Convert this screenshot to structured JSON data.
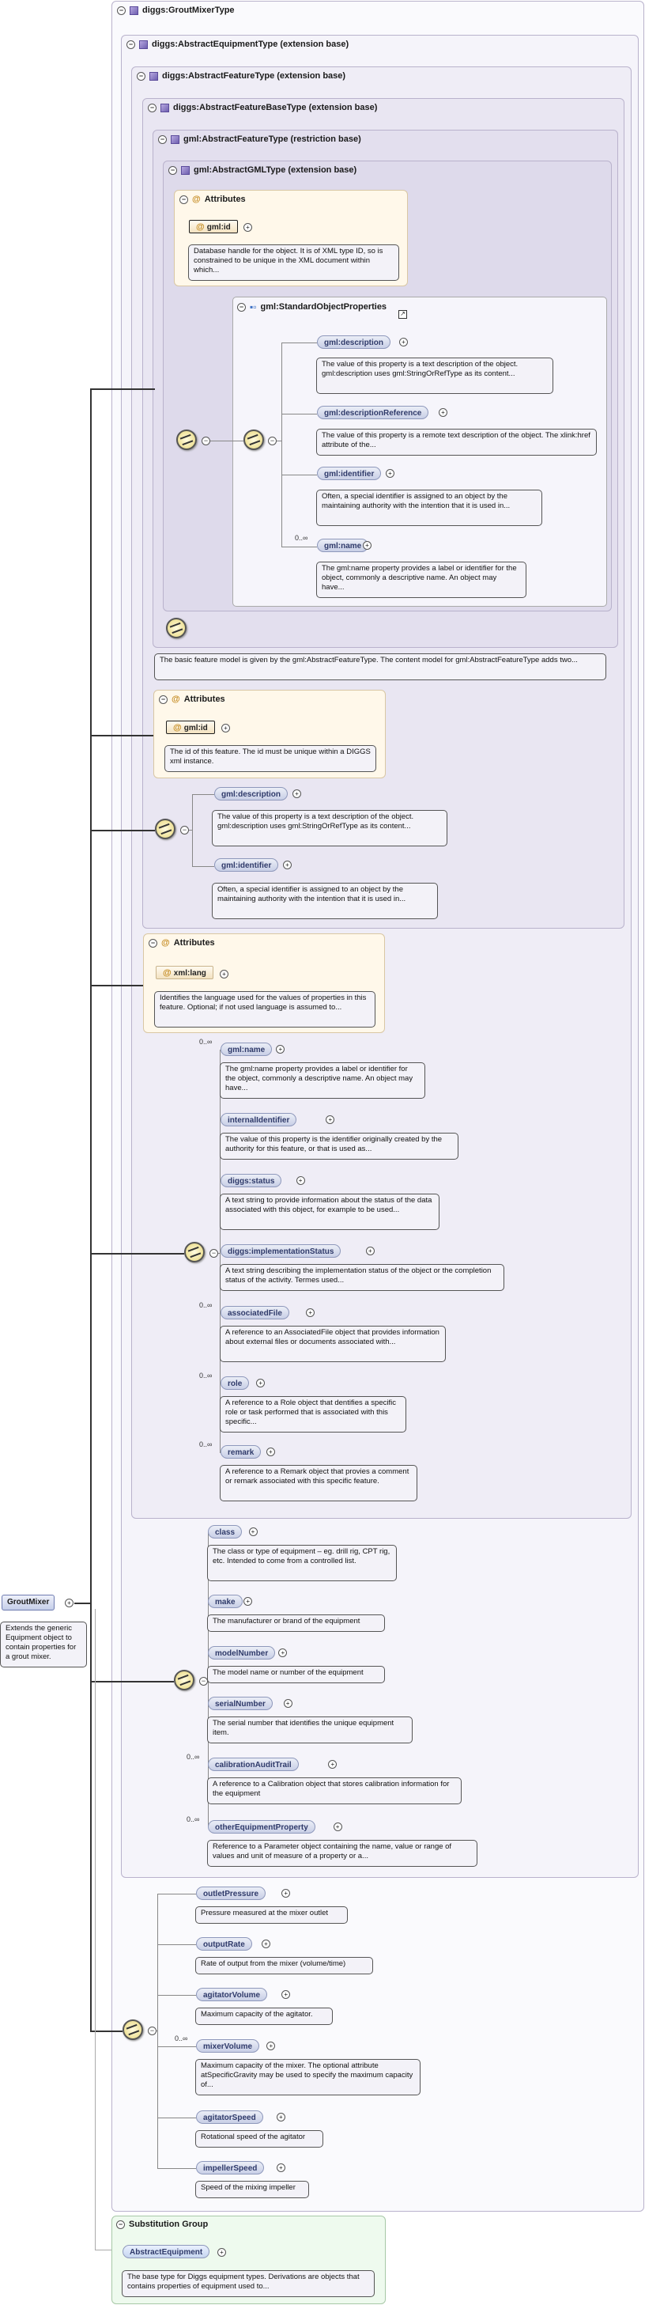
{
  "root": {
    "name": "GroutMixer",
    "description": "Extends the generic Equipment object to contain properties for a grout mixer.",
    "type": "diggs:GroutMixerType"
  },
  "types": {
    "abstract_equipment": "diggs:AbstractEquipmentType (extension base)",
    "abstract_feature": "diggs:AbstractFeatureType (extension base)",
    "abstract_feature_base": "diggs:AbstractFeatureBaseType (extension base)",
    "gml_abstract_feature": "gml:AbstractFeatureType (restriction base)",
    "gml_abstract_gml": "gml:AbstractGMLType (extension base)"
  },
  "attributes_label": "Attributes",
  "gml_attr": {
    "name": "gml:id",
    "description": "Database handle for the object. It is of XML type ID, so is constrained to be unique in the XML document within which..."
  },
  "standard_props": {
    "title": "gml:StandardObjectProperties",
    "items": [
      {
        "name": "gml:description",
        "occ": "",
        "description": "The value of this property is a text description of the object. gml:description uses gml:StringOrRefType as its content..."
      },
      {
        "name": "gml:descriptionReference",
        "occ": "",
        "description": "The value of this property is a remote text description of the object. The xlink:href attribute of the..."
      },
      {
        "name": "gml:identifier",
        "occ": "",
        "description": "Often, a special identifier is assigned to an object by the maintaining authority with the intention that it is used in..."
      },
      {
        "name": "gml:name",
        "occ": "0..∞",
        "description": "The gml:name property provides a label or identifier for the object, commonly a descriptive name. An object may have..."
      }
    ]
  },
  "gml_feature_note": "The basic feature model is given by the gml:AbstractFeatureType. The content model for gml:AbstractFeatureType adds two...",
  "feature_attr": {
    "name": "gml:id",
    "description": "The id of this feature. The id must be unique within a DIGGS xml instance."
  },
  "feature_base_items": [
    {
      "name": "gml:description",
      "occ": "",
      "description": "The value of this property is a text description of the object. gml:description uses gml:StringOrRefType as its content..."
    },
    {
      "name": "gml:identifier",
      "occ": "",
      "description": "Often, a special identifier is assigned to an object by the maintaining authority with the intention that it is used in..."
    }
  ],
  "lang_attr": {
    "name": "xml:lang",
    "description": "Identifies the language used for the values of properties in this feature. Optional; if not used language is assumed to..."
  },
  "feature_items": [
    {
      "name": "gml:name",
      "occ": "0..∞",
      "description": "The gml:name property provides a label or identifier for the object, commonly a descriptive name. An object may have..."
    },
    {
      "name": "internalIdentifier",
      "occ": "",
      "description": "The value of this property is the identifier originally created by the authority for this feature, or that is used as..."
    },
    {
      "name": "diggs:status",
      "occ": "",
      "description": "A text string to provide information about the status of the data associated with this object, for example to be used..."
    },
    {
      "name": "diggs:implementationStatus",
      "occ": "",
      "description": "A text string describing the implementation status of the object or the completion status of the activity. Termes used..."
    },
    {
      "name": "associatedFile",
      "occ": "0..∞",
      "description": "A reference to an AssociatedFile object that provides information about external files or documents associated with..."
    },
    {
      "name": "role",
      "occ": "0..∞",
      "description": "A reference to a Role object that dentifies a specific role or task performed that is associated with this specific..."
    },
    {
      "name": "remark",
      "occ": "0..∞",
      "description": "A reference to a Remark object that provies a comment or remark associated with this specific feature."
    }
  ],
  "equipment_items": [
    {
      "name": "class",
      "occ": "",
      "description": "The class or type of equipment – eg. drill rig, CPT rig, etc. Intended to come from a controlled list."
    },
    {
      "name": "make",
      "occ": "",
      "description": "The manufacturer or brand of the equipment"
    },
    {
      "name": "modelNumber",
      "occ": "",
      "description": "The model name or number of the equipment"
    },
    {
      "name": "serialNumber",
      "occ": "",
      "description": "The serial number that identifies the unique equipment item."
    },
    {
      "name": "calibrationAuditTrail",
      "occ": "0..∞",
      "description": "A reference to a Calibration object that stores calibration information for the equipment"
    },
    {
      "name": "otherEquipmentProperty",
      "occ": "0..∞",
      "description": "Reference to a Parameter object containing the name, value or range of values and unit of measure of a property or a..."
    }
  ],
  "mixer_items": [
    {
      "name": "outletPressure",
      "occ": "",
      "description": "Pressure measured at the mixer outlet"
    },
    {
      "name": "outputRate",
      "occ": "",
      "description": "Rate of output from the mixer (volume/time)"
    },
    {
      "name": "agitatorVolume",
      "occ": "",
      "description": "Maximum capacity of the agitator."
    },
    {
      "name": "mixerVolume",
      "occ": "0..∞",
      "description": "Maximum capacity of the mixer. The optional attribute atSpecificGravity may be used to specify the maximum capacity of..."
    },
    {
      "name": "agitatorSpeed",
      "occ": "",
      "description": "Rotational speed of the agitator"
    },
    {
      "name": "impellerSpeed",
      "occ": "",
      "description": "Speed of the mixing impeller"
    }
  ],
  "substitution": {
    "title": "Substitution Group",
    "name": "AbstractEquipment",
    "description": "The base type for Diggs equipment types. Derivations are objects that contains properties of equipment used to..."
  },
  "colors": {
    "type_bg_1": "#f7f6fb",
    "type_bg_2": "#eeebf5",
    "attr_bg": "#fff8ea",
    "subst_bg": "#eefaee"
  }
}
